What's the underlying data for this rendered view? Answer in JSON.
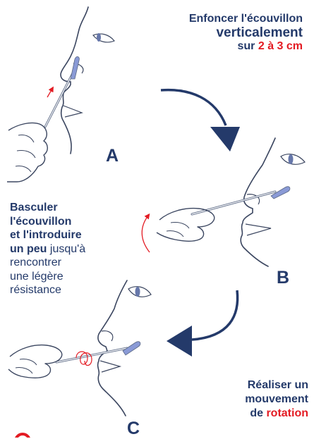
{
  "colors": {
    "navy": "#243a6a",
    "red": "#e31b23",
    "swab_tip": "#8a9ad6",
    "line": "#3b4660"
  },
  "captions": {
    "top": {
      "line1": "Enfoncer l'écouvillon",
      "line2": "verticalement",
      "line3_prefix": "sur",
      "line3_highlight": "2 à 3 cm"
    },
    "middle": {
      "line1": "Basculer",
      "line2": "l'écouvillon",
      "line3": "et l'introduire",
      "line4_bold": "un peu",
      "line4_rest": "jusqu'à",
      "line5": "rencontrer",
      "line6": "une légère",
      "line7": "résistance"
    },
    "bottom": {
      "line1": "Réaliser un",
      "line2": "mouvement",
      "line3_prefix": "de",
      "line3_highlight": "rotation"
    }
  },
  "steps": {
    "a": "A",
    "b": "B",
    "c": "C"
  }
}
